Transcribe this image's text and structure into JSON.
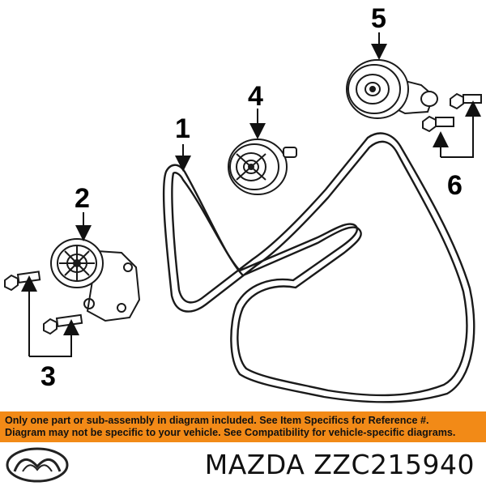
{
  "callouts": {
    "c1": "1",
    "c2": "2",
    "c3": "3",
    "c4": "4",
    "c5": "5",
    "c6": "6"
  },
  "notice": {
    "line1": "Only one part or sub-assembly in diagram included. See Item Specifics for Reference #.",
    "line2": "Diagram may not be specific to your vehicle. See Compatibility for vehicle-specific diagrams."
  },
  "footer": {
    "part_number": "MAZDA ZZC215940",
    "logo_icon": "mazda-logo-icon"
  },
  "colors": {
    "notice_bg": "#f28a17",
    "line_art": "#1a1a1a",
    "background": "#ffffff"
  }
}
